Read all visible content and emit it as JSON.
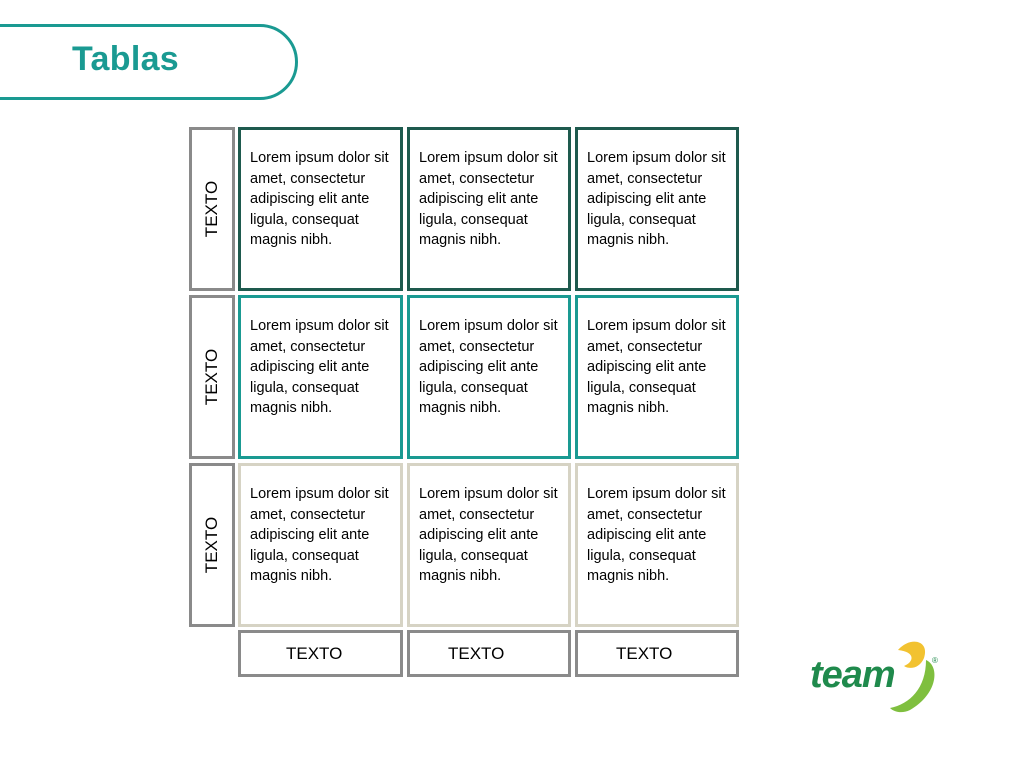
{
  "slide": {
    "title": "Tablas",
    "accent_color": "#1a9a92",
    "row_colors": [
      "#1e5a4e",
      "#1a9a92",
      "#d6d3c4"
    ]
  },
  "table": {
    "row_headers": [
      "TEXTO",
      "TEXTO",
      "TEXTO"
    ],
    "column_headers": [
      "TEXTO",
      "TEXTO",
      "TEXTO"
    ],
    "rows": [
      [
        "Lorem ipsum dolor sit amet, consectetur adipiscing elit ante ligula, consequat magnis nibh.",
        "Lorem ipsum dolor sit amet, consectetur adipiscing elit ante ligula, consequat magnis nibh.",
        "Lorem ipsum dolor sit amet, consectetur adipiscing elit ante ligula, consequat magnis nibh."
      ],
      [
        "Lorem ipsum dolor sit amet, consectetur adipiscing elit ante ligula, consequat magnis nibh.",
        "Lorem ipsum dolor sit amet, consectetur adipiscing elit ante ligula, consequat magnis nibh.",
        "Lorem ipsum dolor sit amet, consectetur adipiscing elit ante ligula, consequat magnis nibh."
      ],
      [
        "Lorem ipsum dolor sit amet, consectetur adipiscing elit ante ligula, consequat magnis nibh.",
        "Lorem ipsum dolor sit amet, consectetur adipiscing elit ante ligula, consequat magnis nibh.",
        "Lorem ipsum dolor sit amet, consectetur adipiscing elit ante ligula, consequat magnis nibh."
      ]
    ]
  },
  "logo": {
    "word": "team",
    "mark": "®",
    "icon": "team-logo-icon",
    "colors": [
      "#1f8a4c",
      "#f2c230",
      "#7fbf3f"
    ]
  }
}
